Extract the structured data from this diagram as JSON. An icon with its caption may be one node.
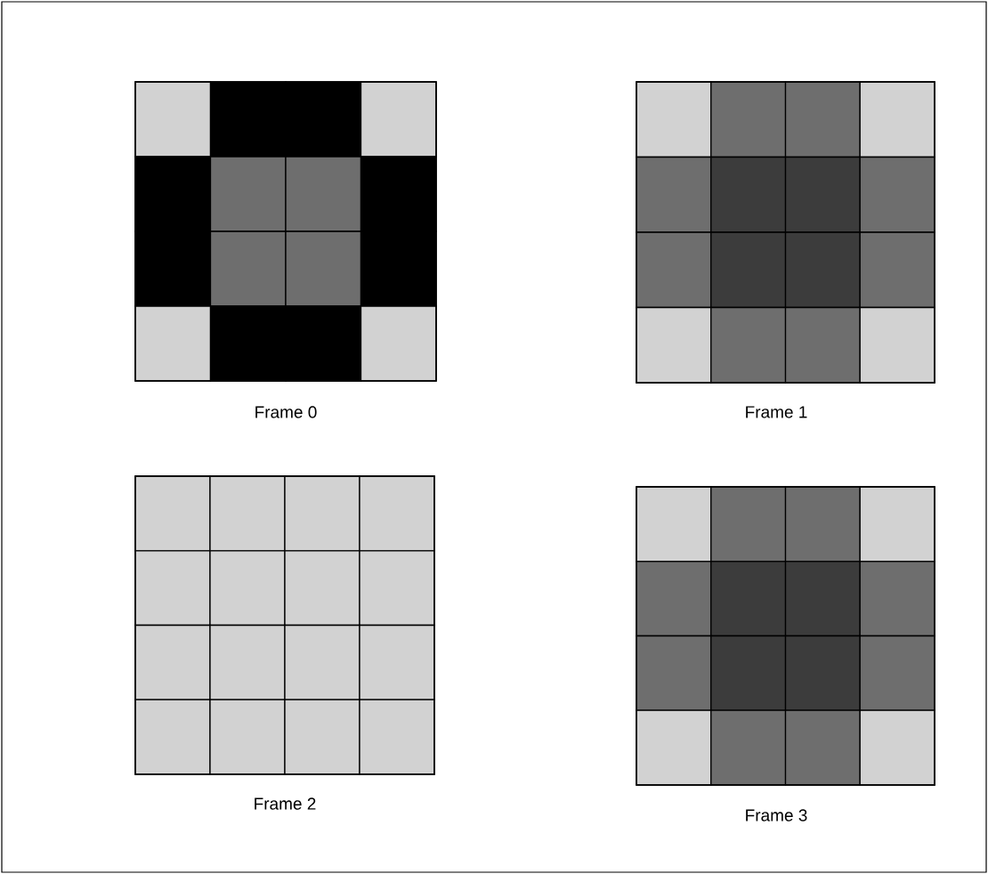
{
  "diagram": {
    "labels": [
      "Frame 0",
      "Frame 1",
      "Frame 2",
      "Frame 3"
    ]
  }
}
